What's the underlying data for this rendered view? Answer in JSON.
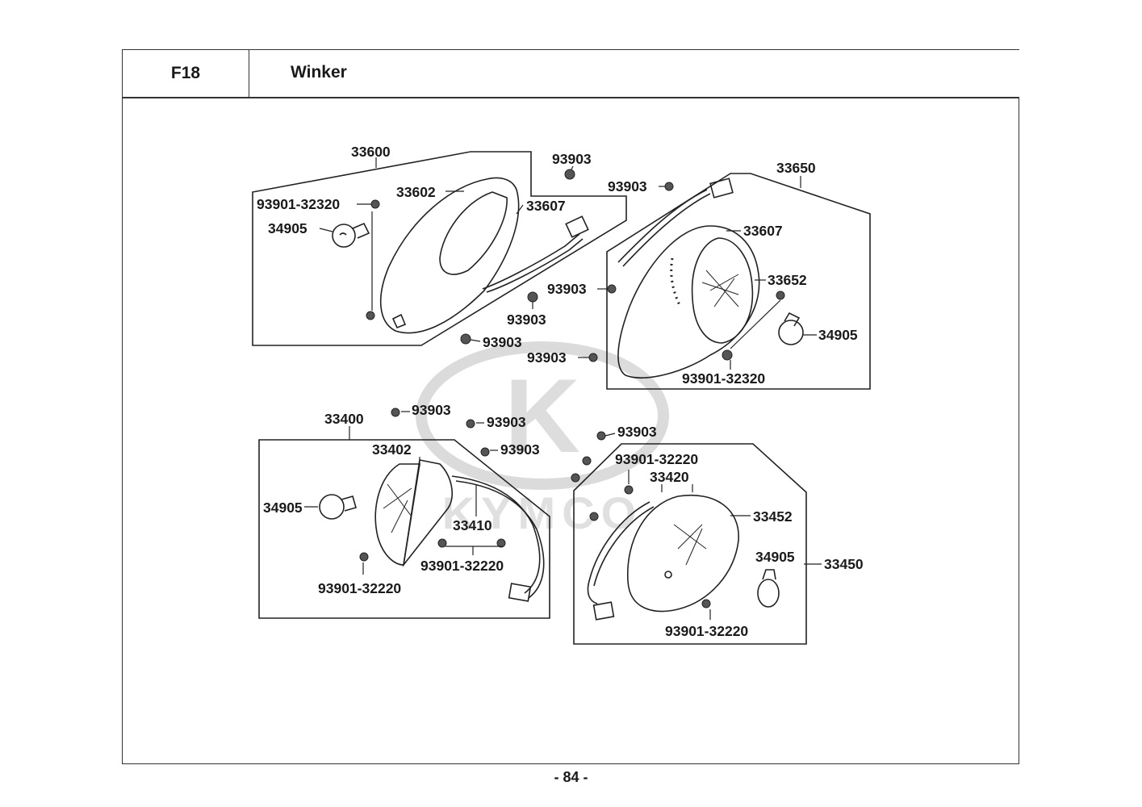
{
  "header": {
    "code": "F18",
    "title": "Winker"
  },
  "footer": {
    "page": "- 84 -"
  },
  "watermark": {
    "brand": "KYMCO"
  },
  "callouts": {
    "tl_33600": "33600",
    "tl_33602": "33602",
    "tl_33607": "33607",
    "tl_93901": "93901-32320",
    "tl_34905": "34905",
    "tl_93903a": "93903",
    "tl_93903b": "93903",
    "tl_93903c": "93903",
    "tr_33650": "33650",
    "tr_93903a": "93903",
    "tr_33607": "33607",
    "tr_33652": "33652",
    "tr_93903b": "93903",
    "tr_34905": "34905",
    "tr_93903c": "93903",
    "tr_93901": "93901-32320",
    "bl_33400": "33400",
    "bl_33402": "33402",
    "bl_93903a": "93903",
    "bl_93903b": "93903",
    "bl_93903c": "93903",
    "bl_34905": "34905",
    "bl_33410": "33410",
    "bl_93901a": "93901-32220",
    "bl_93901b": "93901-32220",
    "br_93903": "93903",
    "br_93901a": "93901-32220",
    "br_33420": "33420",
    "br_33452": "33452",
    "br_34905": "34905",
    "br_33450": "33450",
    "br_93901b": "93901-32220"
  }
}
